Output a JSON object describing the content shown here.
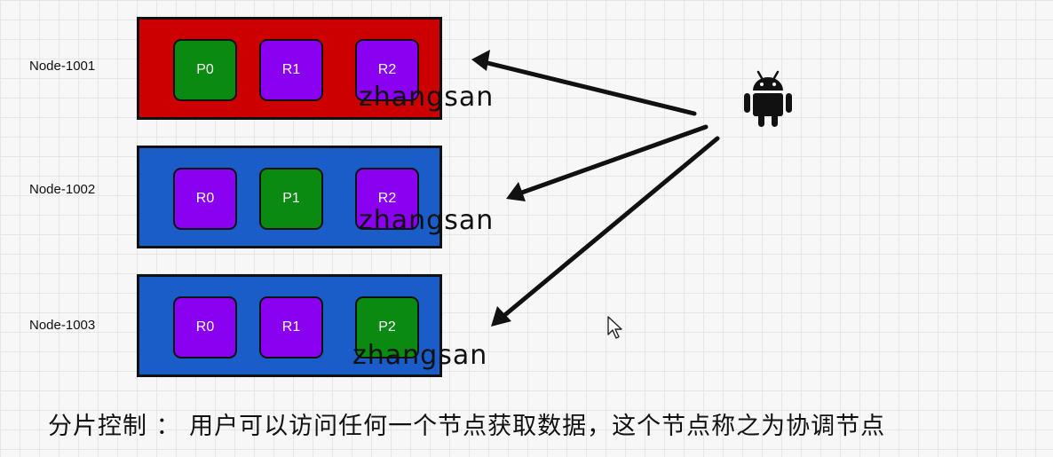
{
  "colors": {
    "leader_node": "#cc0000",
    "follower_node": "#1a5cc8",
    "primary_shard": "#0a8a10",
    "replica_shard": "#8a00f0"
  },
  "nodes": [
    {
      "label": "Node-1001",
      "shards": [
        "P0",
        "R1",
        "R2"
      ],
      "watermark": "zhangsan"
    },
    {
      "label": "Node-1002",
      "shards": [
        "R0",
        "P1",
        "R2"
      ],
      "watermark": "zhangsan"
    },
    {
      "label": "Node-1003",
      "shards": [
        "R0",
        "R1",
        "P2"
      ],
      "watermark": "zhangsan"
    }
  ],
  "client": {
    "icon": "android-icon"
  },
  "caption": "分片控制 ：  用户可以访问任何一个节点获取数据，这个节点称之为协调节点"
}
